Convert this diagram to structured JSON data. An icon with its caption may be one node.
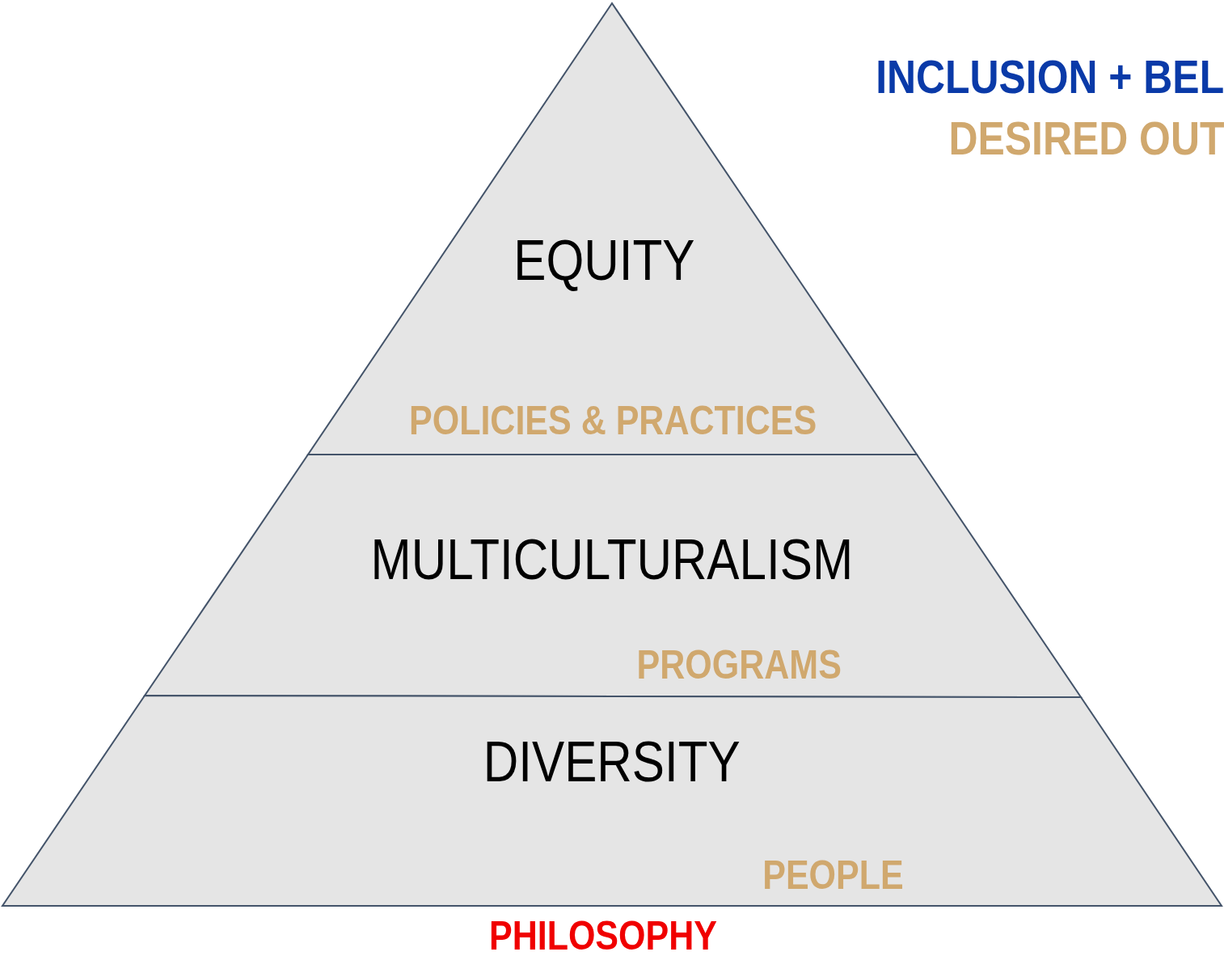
{
  "diagram": {
    "nodes": [
      {
        "text": [
          "EQUITY",
          "POLICIES & PRACTICES"
        ]
      },
      {
        "text": [
          "MULTICULTURALISM",
          "PROGRAMS"
        ]
      },
      {
        "text": [
          "DIVERSITY",
          "PEOPLE"
        ]
      }
    ],
    "labels": [
      "INCLUSION + BEL",
      "DESIRED OUT",
      "PHILOSOPHY"
    ]
  }
}
